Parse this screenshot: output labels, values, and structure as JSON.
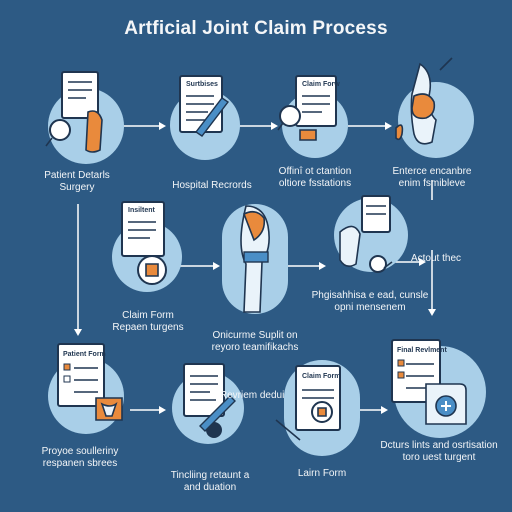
{
  "title": "Artficial Joint Claim Process",
  "steps": [
    {
      "id": "s1",
      "label": "Patient Detarls\nSurgery"
    },
    {
      "id": "s2",
      "label": "Hospital Recrords",
      "doc_title": "Surtbises"
    },
    {
      "id": "s3",
      "label": "Offinî ot ctantion\noltiore fsstations",
      "doc_title": "Claim Forw"
    },
    {
      "id": "s4",
      "label": "Enterce encanbre\nenim fsmibleve"
    },
    {
      "id": "s5",
      "label": "Claim Form\nRepaen turgens",
      "doc_title": "Insiltent"
    },
    {
      "id": "s6",
      "label": "Onicurme Suplit on\nreyoro teamifikachs"
    },
    {
      "id": "s7",
      "label": "Phgisahhisa e ead, cunsle\nopni mensenem"
    },
    {
      "id": "s8",
      "label": "Actout thec"
    },
    {
      "id": "s9",
      "label": "Proyoe soulleriny\nrespanen sbrees",
      "doc_title": "Patient Form"
    },
    {
      "id": "s10",
      "label": "Tincliing retaunt a\nand duation"
    },
    {
      "id": "s11",
      "label": "Lairn Form",
      "doc_title": "Claim Form",
      "side": "Revriem deduilp"
    },
    {
      "id": "s12",
      "label": "Dcturs lints and osrtisation\ntoro uest turgent",
      "doc_title": "Final Revlment"
    }
  ],
  "colors": {
    "background": "#2d5a84",
    "node": "#a9cfe8",
    "accent": "#e98a3c",
    "ink": "#1f3550"
  }
}
